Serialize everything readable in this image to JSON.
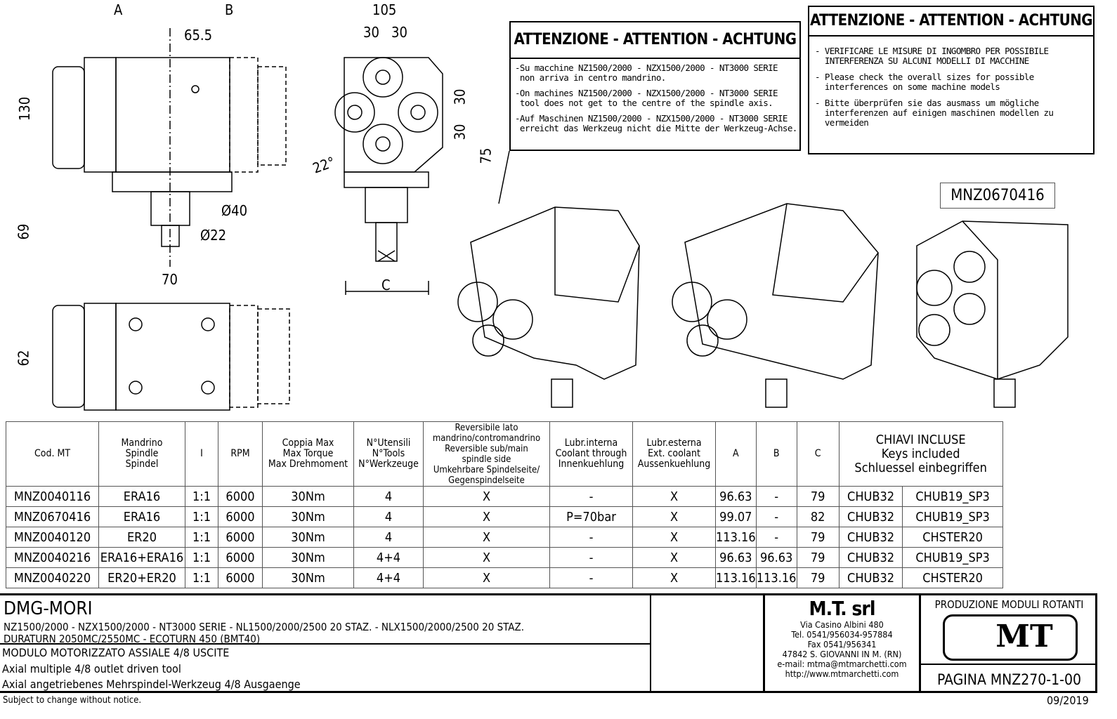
{
  "dimensions": {
    "A": "A",
    "B": "B",
    "d65": "65.5",
    "d130": "130",
    "d69": "69",
    "d40": "Ø40",
    "d22": "Ø22",
    "d70": "70",
    "d62": "62",
    "d105": "105",
    "d30a": "30",
    "d30b": "30",
    "d30c": "30",
    "d30d": "30",
    "d75": "75",
    "ang": "22°",
    "C": "C"
  },
  "attention1": {
    "title": "ATTENZIONE - ATTENTION - ACHTUNG",
    "lines": [
      "-Su macchine NZ1500/2000 - NZX1500/2000 - NT3000 SERIE\n non arriva in centro mandrino.",
      "-On machines NZ1500/2000 - NZX1500/2000 - NT3000 SERIE\n tool does not get to the centre of the spindle axis.",
      "-Auf Maschinen NZ1500/2000 - NZX1500/2000 - NT3000 SERIE\n erreicht das Werkzeug nicht die Mitte der Werkzeug-Achse."
    ]
  },
  "attention2": {
    "title": "ATTENZIONE - ATTENTION - ACHTUNG",
    "lines": [
      "- VERIFICARE LE MISURE DI INGOMBRO PER POSSIBILE\n  INTERFERENZA SU ALCUNI MODELLI DI MACCHINE",
      "- Please check the overall sizes for possible\n  interferences on some machine models",
      "- Bitte überprüfen sie das ausmass um mögliche\n  interferenzen auf einigen maschinen modellen zu\n  vermeiden"
    ]
  },
  "iso_label": "MNZ0670416",
  "table": {
    "headers": [
      "Cod. MT",
      "Mandrino\nSpindle\nSpindel",
      "I",
      "RPM",
      "Coppia Max\nMax Torque\nMax Drehmoment",
      "N°Utensili\nN°Tools\nN°Werkzeuge",
      "Reversibile lato\nmandrino/contromandrino\nReversible sub/main\nspindle side\nUmkehrbare Spindelseite/\nGegenspindelseite",
      "Lubr.interna\nCoolant through\nInnenkuehlung",
      "Lubr.esterna\nExt. coolant\nAussenkuehlung",
      "A",
      "B",
      "C",
      "CHIAVI INCLUSE\nKeys included\nSchluessel einbegriffen"
    ],
    "rows": [
      [
        "MNZ0040116",
        "ERA16",
        "1:1",
        "6000",
        "30Nm",
        "4",
        "X",
        "-",
        "X",
        "96.63",
        "-",
        "79",
        "CHUB32",
        "CHUB19_SP3"
      ],
      [
        "MNZ0670416",
        "ERA16",
        "1:1",
        "6000",
        "30Nm",
        "4",
        "X",
        "P=70bar",
        "X",
        "99.07",
        "-",
        "82",
        "CHUB32",
        "CHUB19_SP3"
      ],
      [
        "MNZ0040120",
        "ER20",
        "1:1",
        "6000",
        "30Nm",
        "4",
        "X",
        "-",
        "X",
        "113.16",
        "-",
        "79",
        "CHUB32",
        "CHSTER20"
      ],
      [
        "MNZ0040216",
        "ERA16+ERA16",
        "1:1",
        "6000",
        "30Nm",
        "4+4",
        "X",
        "-",
        "X",
        "96.63",
        "96.63",
        "79",
        "CHUB32",
        "CHUB19_SP3"
      ],
      [
        "MNZ0040220",
        "ER20+ER20",
        "1:1",
        "6000",
        "30Nm",
        "4+4",
        "X",
        "-",
        "X",
        "113.16",
        "113.16",
        "79",
        "CHUB32",
        "CHSTER20"
      ]
    ]
  },
  "titleblock": {
    "brand": "DMG-MORI",
    "machines1": "NZ1500/2000 - NZX1500/2000 - NT3000 SERIE - NL1500/2000/2500 20 STAZ. - NLX1500/2000/2500 20 STAZ.",
    "machines2": "DURATURN 2050MC/2550MC - ECOTURN 450 (BMT40)",
    "desc_it": "MODULO MOTORIZZATO ASSIALE 4/8 USCITE",
    "desc_en": "Axial multiple 4/8 outlet driven tool",
    "desc_de": "Axial angetriebenes Mehrspindel-Werkzeug 4/8 Ausgaenge",
    "company": "M.T. srl",
    "address": [
      "Via Casino Albini 480",
      "Tel. 0541/956034-957884",
      "Fax 0541/956341",
      "47842 S. GIOVANNI IN M. (RN)",
      "e-mail: mtma@mtmarchetti.com",
      "http://www.mtmarchetti.com"
    ],
    "production": "PRODUZIONE MODULI ROTANTI",
    "logo": "MT",
    "page": "PAGINA MNZ270-1-00",
    "notice": "Subject to change without notice.",
    "date": "09/2019"
  }
}
